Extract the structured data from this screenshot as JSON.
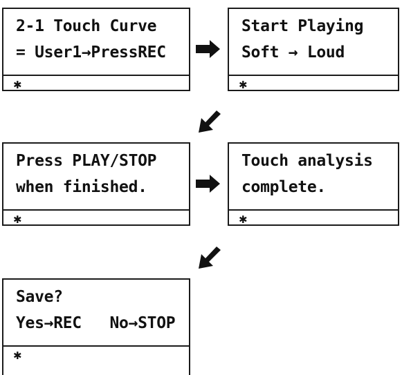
{
  "panels": [
    {
      "line1": "2-1 Touch Curve",
      "line2": "= User1→PressREC",
      "status_icon": "✱"
    },
    {
      "line1": "Start Playing",
      "line2": "Soft → Loud",
      "status_icon": "✱"
    },
    {
      "line1": "Press PLAY/STOP",
      "line2": "when finished.",
      "status_icon": "✱"
    },
    {
      "line1": "Touch analysis",
      "line2": "complete.",
      "status_icon": "✱"
    },
    {
      "line1": "Save?",
      "line2": "Yes→REC   No→STOP",
      "status_icon": "✱"
    }
  ],
  "colors": {
    "ink": "#111111",
    "border": "#1a1a1a",
    "background": "#ffffff"
  },
  "icons": [
    "bluetooth-icon",
    "arrow-right-icon",
    "arrow-down-left-icon"
  ]
}
